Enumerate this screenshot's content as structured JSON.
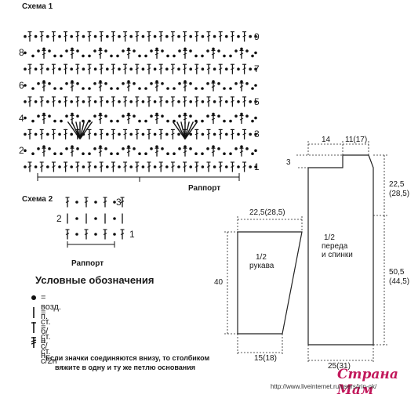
{
  "scheme1": {
    "title": "Схема 1",
    "rows": [
      1,
      2,
      3,
      4,
      5,
      6,
      7,
      8,
      9
    ],
    "repeat_label": "Раппорт"
  },
  "scheme2": {
    "title": "Схема 2",
    "rows": [
      1,
      2,
      3
    ],
    "repeat_label": "Раппорт"
  },
  "legend": {
    "title": "Условные обозначения",
    "items": [
      {
        "symbol": "chain-stitch-icon",
        "text": "= возд. п."
      },
      {
        "symbol": "single-crochet-icon",
        "text": "= ст. б/н"
      },
      {
        "symbol": "double-crochet-icon",
        "text": "= ст. с/н"
      },
      {
        "symbol": "half-double-crochet-icon",
        "text": "= ст. с/2н"
      }
    ],
    "note_line1": "Если значки соединяются внизу, то столбиком",
    "note_line2": "вяжите в одну и ту же петлю основания"
  },
  "sleeve_pattern": {
    "label_line1": "1/2",
    "label_line2": "рукава",
    "top_width": "22,5(28,5)",
    "bottom_width": "15(18)",
    "height": "40"
  },
  "body_pattern": {
    "label_line1": "1/2",
    "label_line2": "переда",
    "label_line3": "и спинки",
    "shoulder_width": "14",
    "neck_width": "11(17)",
    "neck_depth": "3",
    "armhole_height": "22,5",
    "armhole_height_alt": "(28,5)",
    "side_height": "50,5",
    "side_height_alt": "(44,5)",
    "bottom_width": "25(31)"
  },
  "watermark": {
    "text": "Страна Мам",
    "url": "http://www.liveinternet.ru/users/irin-ok/"
  }
}
